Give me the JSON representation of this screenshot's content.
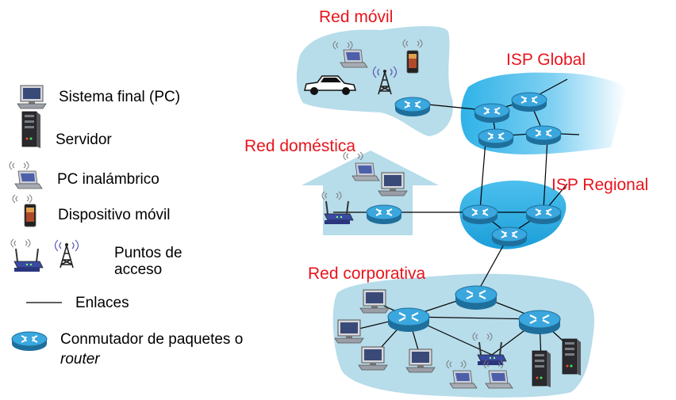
{
  "networks": {
    "mobile": "Red móvil",
    "global_isp": "ISP Global",
    "home": "Red doméstica",
    "regional_isp": "ISP Regional",
    "corporate": "Red corporativa"
  },
  "legend": {
    "host": "Sistema final (PC)",
    "server": "Servidor",
    "wireless_pc": "PC inalámbrico",
    "mobile_device": "Dispositivo móvil",
    "access_points_line1": "Puntos de",
    "access_points_line2": "acceso",
    "links": "Enlaces",
    "switch_line1": "Conmutador de paquetes o",
    "switch_line2": "router"
  },
  "colors": {
    "label_red": "#e8141c",
    "network_fill": "#b7dcea",
    "isp_fill": "#2fb2e8",
    "router_blue": "#2c9fd8"
  }
}
